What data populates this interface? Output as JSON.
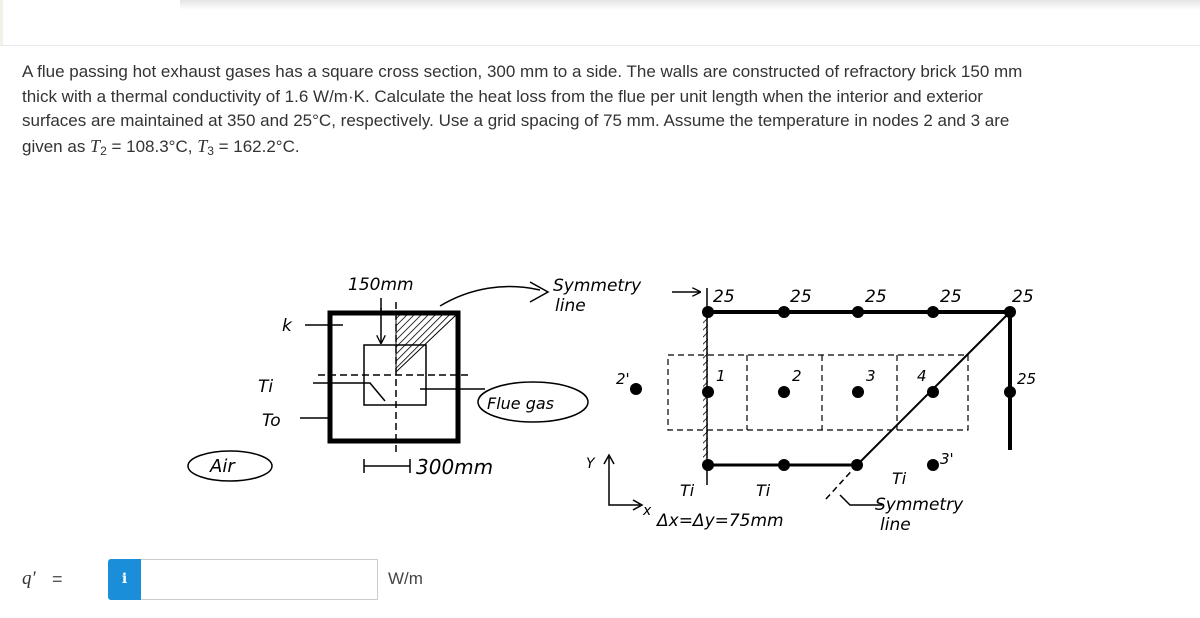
{
  "question": {
    "line1": "A flue passing hot exhaust gases has a square cross section, 300 mm to a side. The walls are constructed of refractory brick 150 mm",
    "line2": "thick with a thermal conductivity of 1.6 W/m·K. Calculate the heat loss from the flue per unit length when the interior and exterior",
    "line3": "surfaces are maintained at 350 and 25°C, respectively. Use a grid spacing of 75 mm. Assume the temperature in nodes 2 and 3 are",
    "line4_prefix": "given as ",
    "t2_symbol": "T",
    "t2_sub": "2",
    "t2_value": " = 108.3°C, ",
    "t3_symbol": "T",
    "t3_sub": "3",
    "t3_value": " = 162.2°C."
  },
  "figure": {
    "left": {
      "dim_150": "150mm",
      "label_k": "k",
      "label_Ti": "Ti",
      "label_To": "To",
      "label_air": "Air",
      "label_flue_gas": "Flue gas",
      "dim_300": "300mm"
    },
    "right": {
      "symmetry_top": "Symmetry",
      "symmetry_top_line": "line",
      "top_temps": [
        "25",
        "25",
        "25",
        "25",
        "25"
      ],
      "right_temp": "25",
      "nodes": [
        "1",
        "2",
        "3",
        "4"
      ],
      "node_2prime": "2'",
      "node_3prime": "3'",
      "bottom_labels": [
        "Ti",
        "Ti",
        "Ti"
      ],
      "axis_y": "Y",
      "axis_x": "x",
      "grid_spacing": "Δx=Δy=75mm",
      "symmetry_bottom": "Symmetry",
      "symmetry_bottom_line": "line"
    }
  },
  "answer": {
    "label": "q′",
    "equals": "=",
    "info_icon": "i",
    "value": "",
    "placeholder": "",
    "unit": "W/m",
    "info_color": "#1a8ed8"
  }
}
